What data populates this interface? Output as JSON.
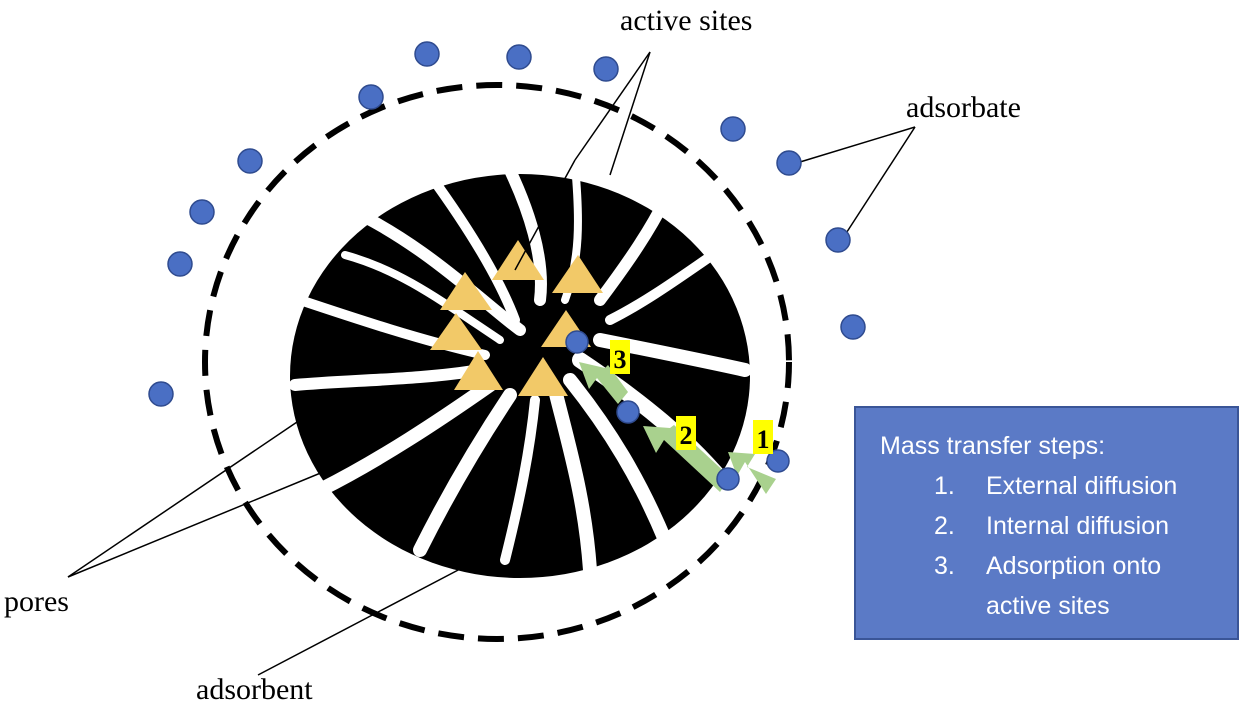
{
  "labels": {
    "active_sites": "active sites",
    "adsorbate": "adsorbate",
    "pores": "pores",
    "adsorbent": "adsorbent"
  },
  "step_tags": [
    "1",
    "2",
    "3"
  ],
  "legend": {
    "title": "Mass transfer steps:",
    "items": [
      {
        "num": "1.",
        "text": "External diffusion"
      },
      {
        "num": "2.",
        "text": "Internal diffusion"
      },
      {
        "num": "3.",
        "text": "Adsorption onto"
      },
      {
        "num": "",
        "text": "active sites"
      }
    ]
  },
  "colors": {
    "adsorbate": "#4a6fc4",
    "active_site": "#f2c968",
    "arrow": "#a9d18e",
    "tag_bg": "#ffff00",
    "legend_bg": "#5b7ac6",
    "adsorbent": "#000000"
  }
}
